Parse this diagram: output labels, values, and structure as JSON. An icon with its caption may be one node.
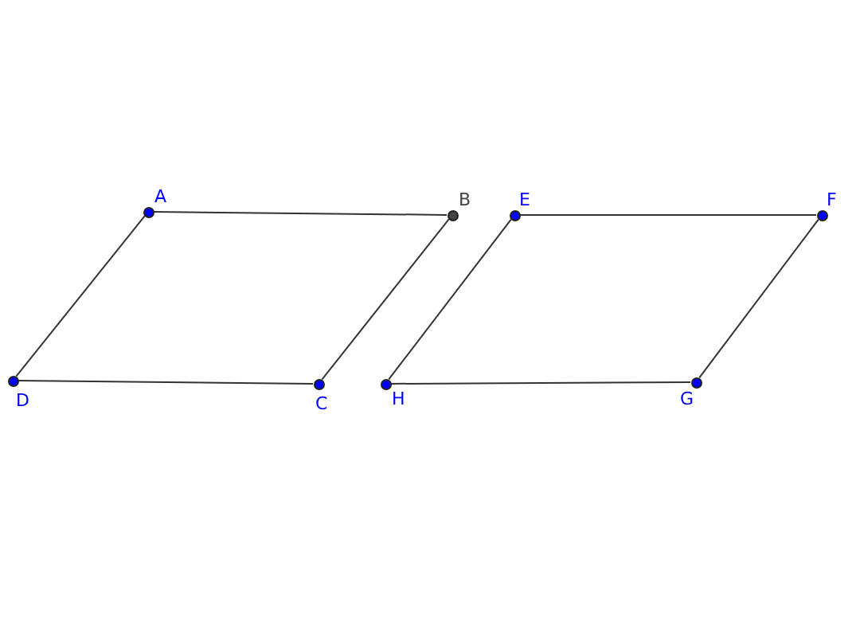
{
  "diagram": {
    "nodes": [
      {
        "text": [
          "A"
        ]
      },
      {
        "text": [
          "B"
        ]
      },
      {
        "text": [
          "C"
        ]
      },
      {
        "text": [
          "D"
        ]
      },
      {
        "text": [
          "E"
        ]
      },
      {
        "text": [
          "F"
        ]
      },
      {
        "text": [
          "G"
        ]
      },
      {
        "text": [
          "H"
        ]
      }
    ],
    "edges": [
      {
        "from": 0,
        "to": 1,
        "arrow": "none"
      },
      {
        "from": 1,
        "to": 2,
        "arrow": "none"
      },
      {
        "from": 2,
        "to": 3,
        "arrow": "none"
      },
      {
        "from": 3,
        "to": 0,
        "arrow": "none"
      },
      {
        "from": 4,
        "to": 5,
        "arrow": "none"
      },
      {
        "from": 5,
        "to": 6,
        "arrow": "none"
      },
      {
        "from": 6,
        "to": 7,
        "arrow": "none"
      },
      {
        "from": 7,
        "to": 4,
        "arrow": "none"
      }
    ]
  }
}
